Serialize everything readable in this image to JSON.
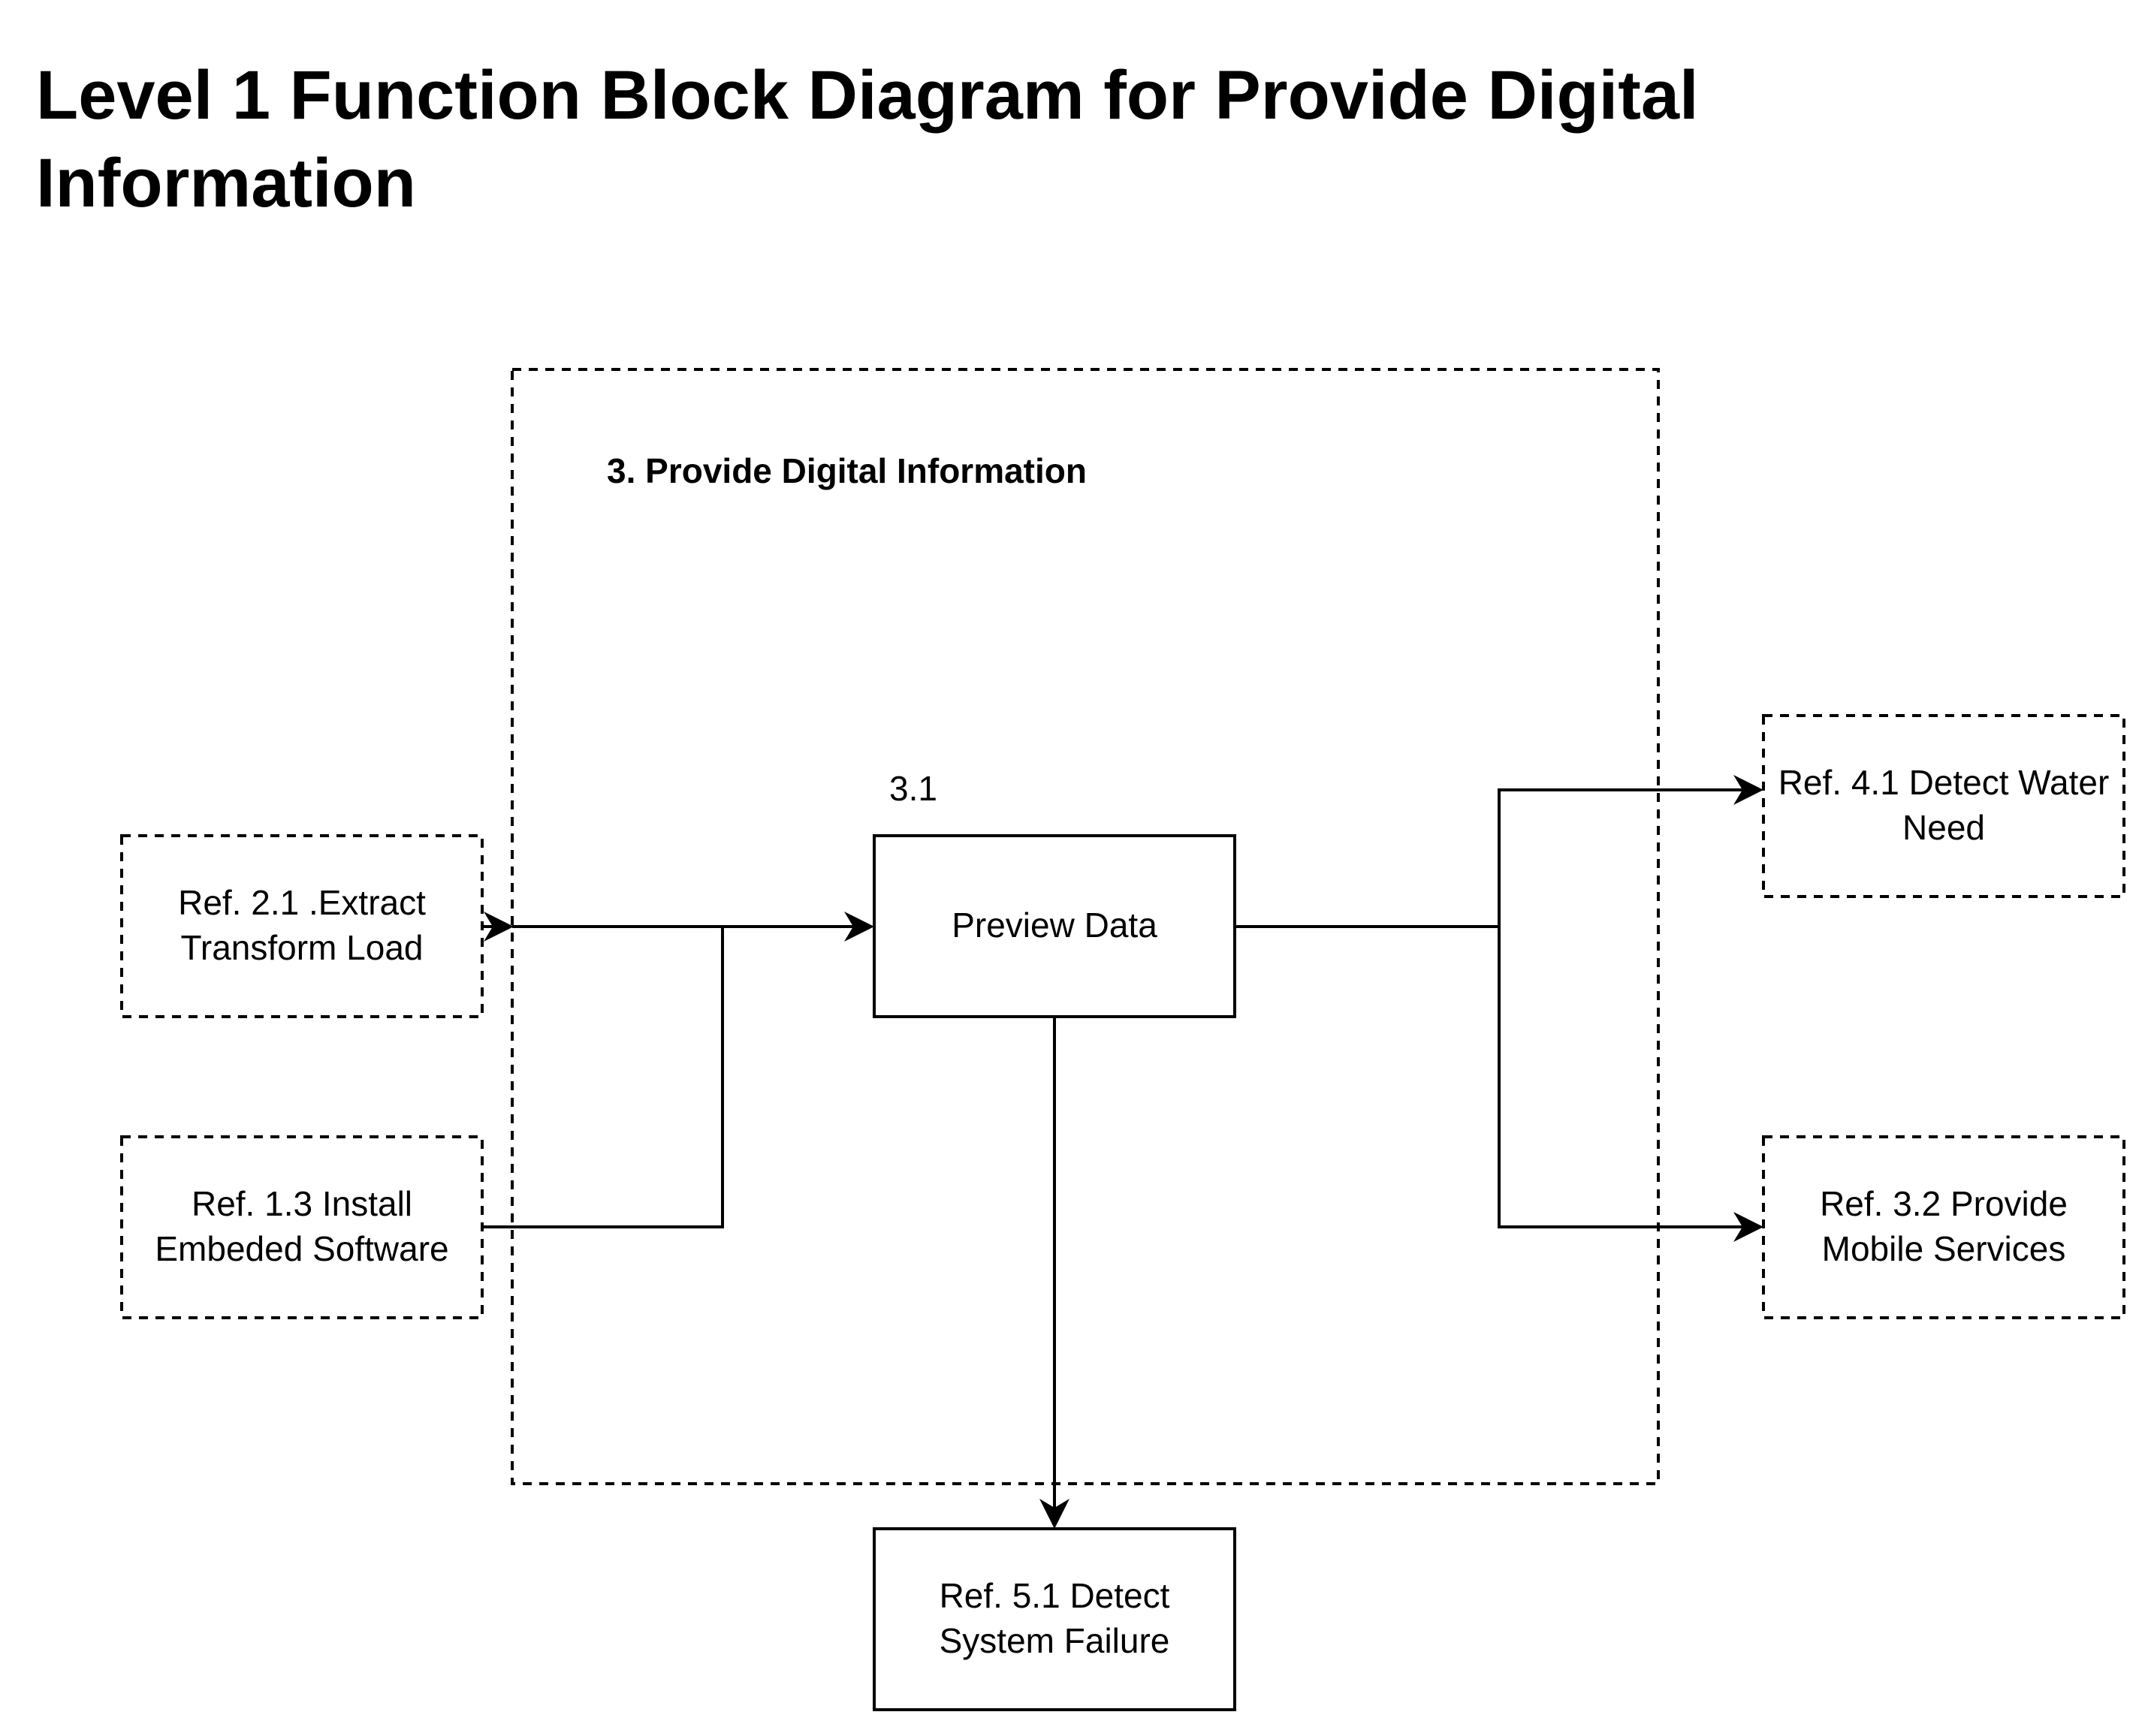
{
  "title": {
    "line1": "Level 1 Function Block Diagram for Provide Digital",
    "line2": "Information"
  },
  "frame": {
    "label": "3. Provide Digital Information"
  },
  "function": {
    "number": "3.1",
    "label": "Preview Data"
  },
  "inputs": {
    "etl": {
      "line1": "Ref. 2.1 .Extract",
      "line2": "Transform Load"
    },
    "software": {
      "line1": "Ref. 1.3  Install",
      "line2": "Embeded Software"
    }
  },
  "outputs": {
    "water": {
      "line1": "Ref. 4.1 Detect Water",
      "line2": "Need"
    },
    "mobile": {
      "line1": "Ref. 3.2 Provide",
      "line2": "Mobile Services"
    },
    "failure": {
      "line1": "Ref. 5.1 Detect",
      "line2": "System Failure"
    }
  },
  "colors": {
    "stroke": "#000000",
    "background": "#ffffff"
  }
}
